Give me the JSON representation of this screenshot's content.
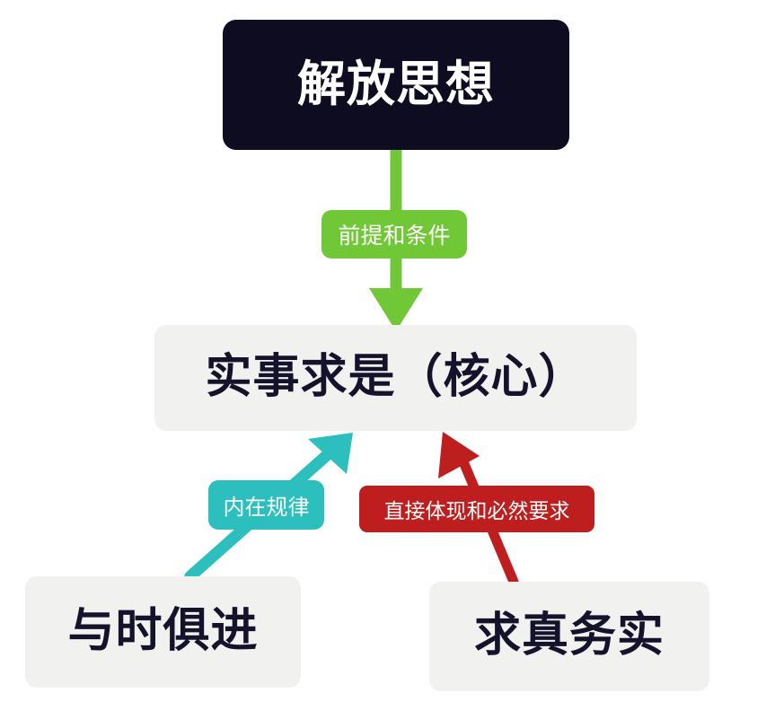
{
  "diagram": {
    "title_text": "解放思想 - 实事求是（核心）关系图",
    "background_color": "#ffffff",
    "nodes": [
      {
        "id": "root",
        "label": "解放思想",
        "fill": "#0d0c20",
        "text_color": "#ffffff",
        "shape": "rounded-rect"
      },
      {
        "id": "core",
        "label": "实事求是（核心）",
        "fill": "#f1f1f0",
        "text_color": "#15132b",
        "shape": "rounded-rect"
      },
      {
        "id": "keeping_pace",
        "label": "与时俱进",
        "fill": "#f1f1f0",
        "text_color": "#15132b",
        "shape": "rounded-rect"
      },
      {
        "id": "pragmatism",
        "label": "求真务实",
        "fill": "#f1f1f0",
        "text_color": "#15132b",
        "shape": "rounded-rect"
      }
    ],
    "edges": [
      {
        "id": "premise",
        "from": "root",
        "to": "core",
        "label": "前提和条件",
        "color": "#71c837",
        "direction": "down"
      },
      {
        "id": "inner_law",
        "from": "keeping_pace",
        "to": "core",
        "label": "内在规律",
        "color": "#2dbebe",
        "direction": "up-right"
      },
      {
        "id": "direct_expression",
        "from": "pragmatism",
        "to": "core",
        "label": "直接体现和必然要求",
        "color": "#be1e1e",
        "direction": "up-left"
      }
    ]
  }
}
